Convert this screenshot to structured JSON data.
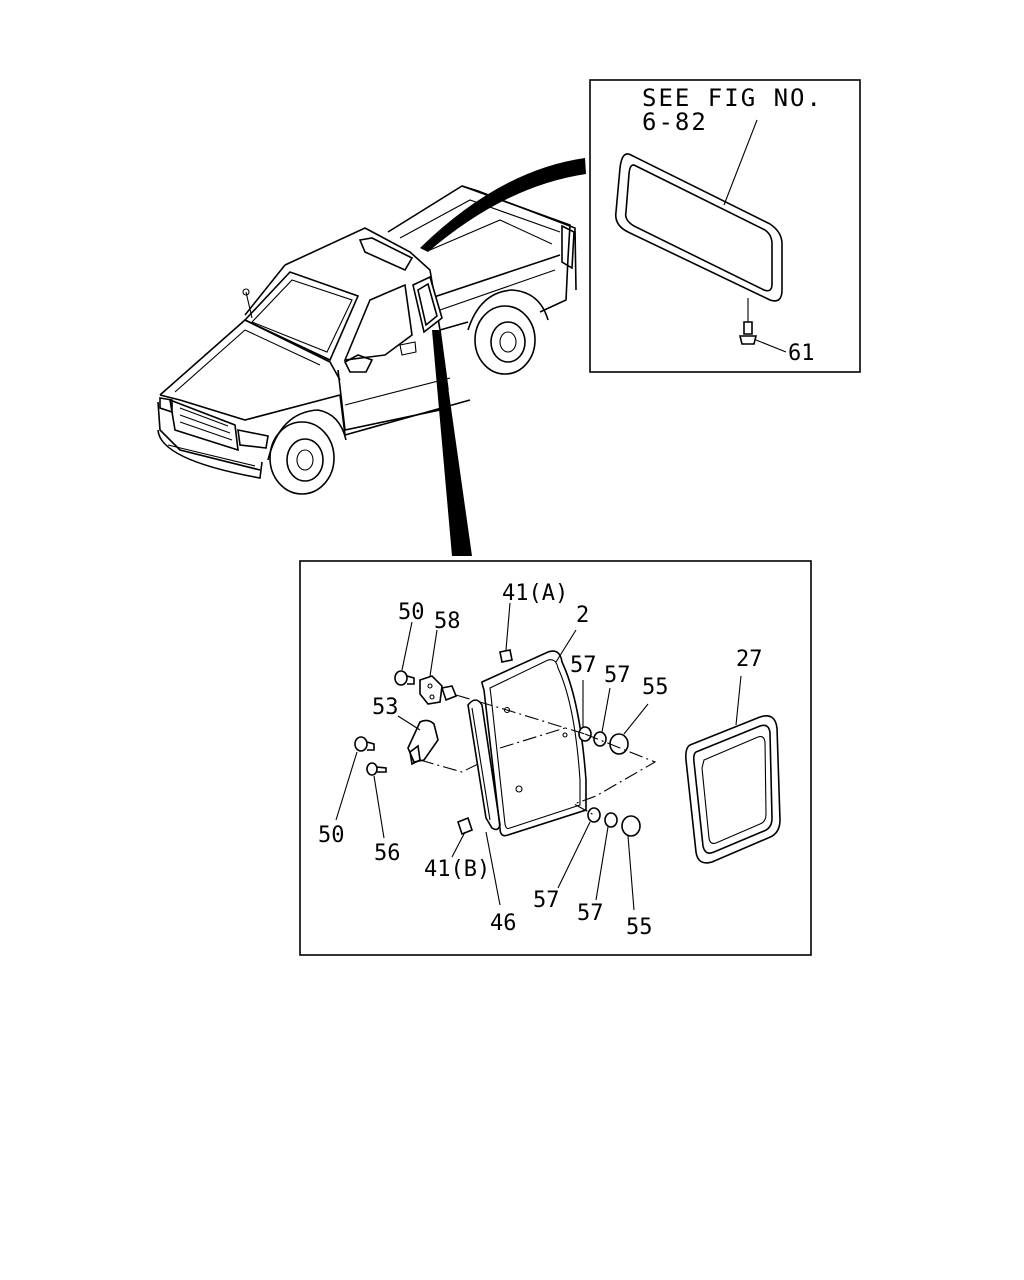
{
  "inset_top": {
    "note_line1": "SEE FIG NO.",
    "note_line2": "6-82",
    "callouts": [
      "61"
    ]
  },
  "inset_bottom": {
    "callouts": {
      "c41a": "41(A)",
      "c2": "2",
      "c50a": "50",
      "c58": "58",
      "c57a": "57",
      "c57b": "57",
      "c55a": "55",
      "c27": "27",
      "c53": "53",
      "c50b": "50",
      "c56": "56",
      "c41b": "41(B)",
      "c46": "46",
      "c57c": "57",
      "c57d": "57",
      "c55b": "55"
    }
  }
}
